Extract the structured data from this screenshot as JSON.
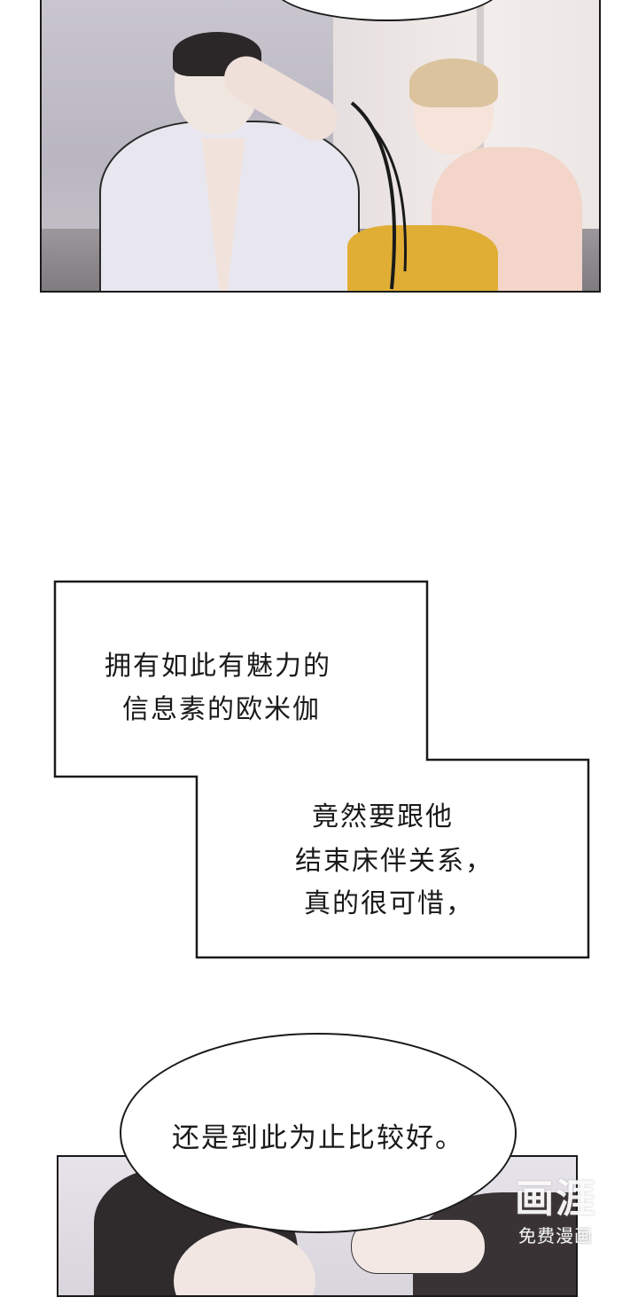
{
  "caption": {
    "lines_top": [
      "拥有如此有魅力的",
      "信息素的欧米伽"
    ],
    "lines_bottom": [
      "竟然要跟他",
      "结束床伴关系，",
      "真的很可惜，"
    ]
  },
  "speech_bubble": {
    "text": "还是到此为止比较好。"
  },
  "watermark": {
    "logo": "画涯",
    "subtitle": "免费漫画"
  },
  "colors": {
    "outline": "#1a1a1a",
    "blanket": "#e0ae35",
    "background": "#ffffff"
  }
}
